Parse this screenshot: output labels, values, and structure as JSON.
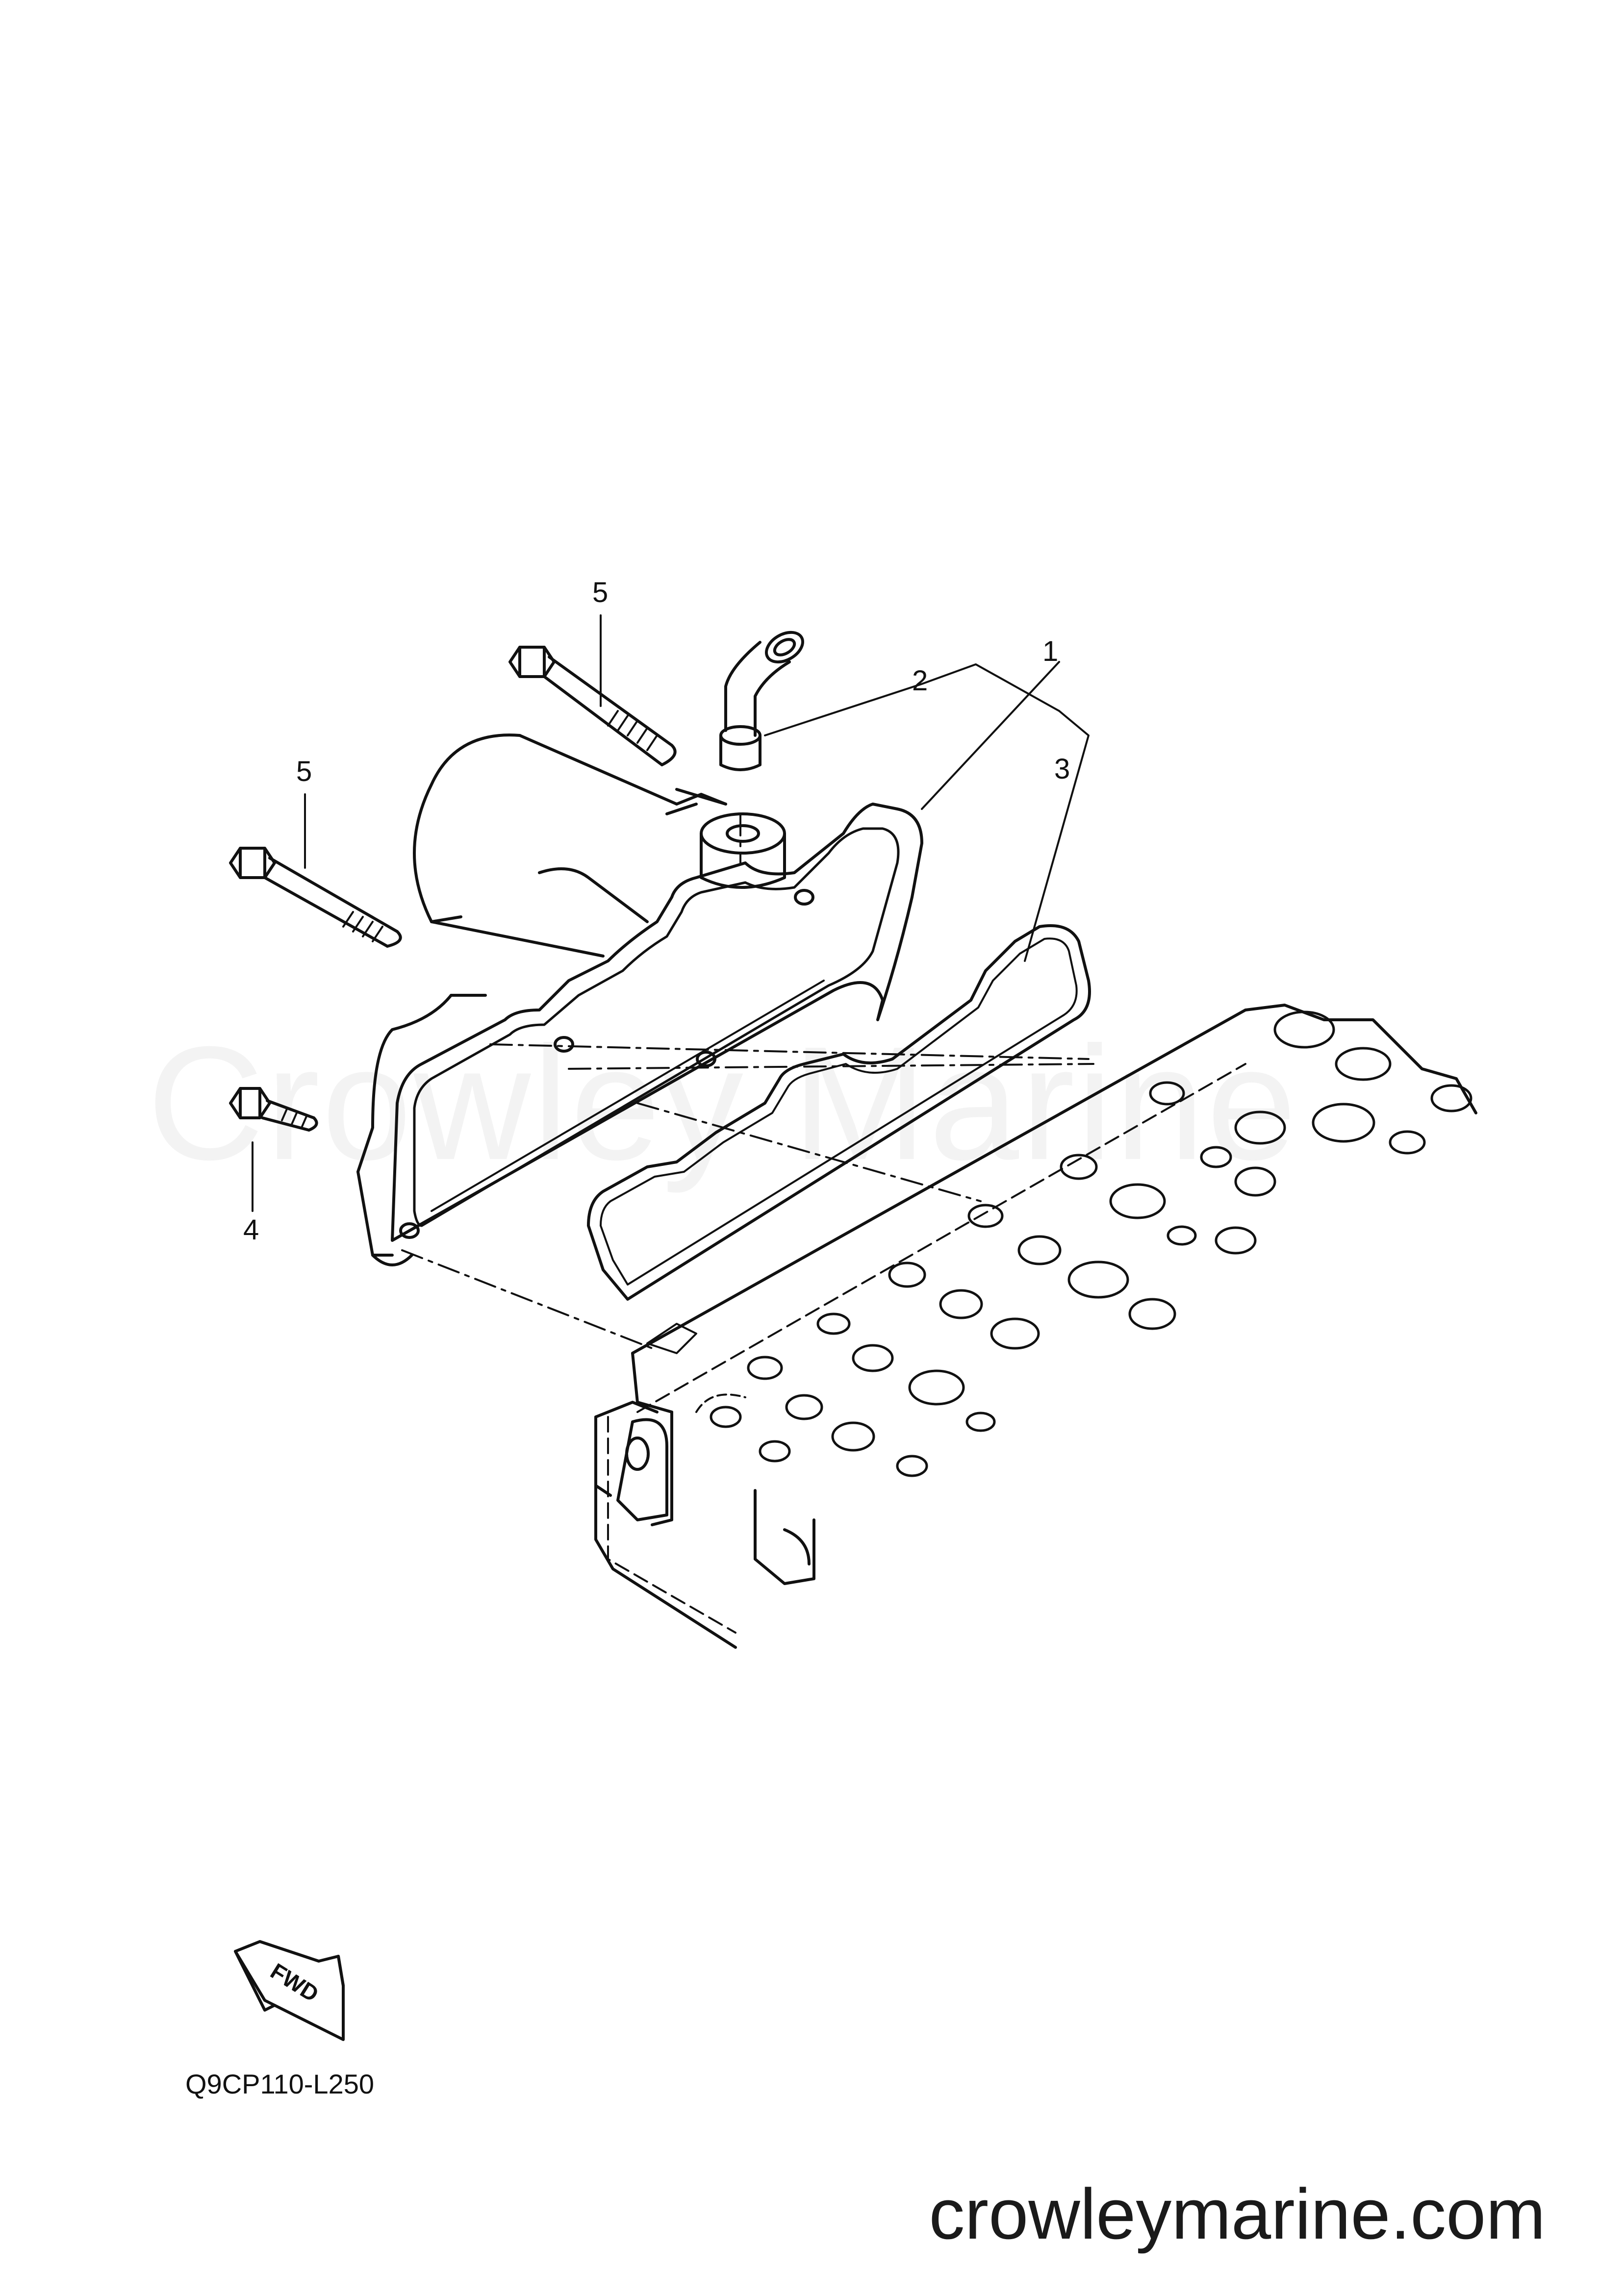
{
  "diagram": {
    "callouts": [
      {
        "id": "1",
        "text": "1"
      },
      {
        "id": "2",
        "text": "2"
      },
      {
        "id": "3",
        "text": "3"
      },
      {
        "id": "4",
        "text": "4"
      },
      {
        "id": "5a",
        "text": "5"
      },
      {
        "id": "5b",
        "text": "5"
      }
    ],
    "fwd_label": "FWD",
    "drawing_code": "Q9CP110-L250"
  },
  "watermark": "Crowley Marine",
  "site_url": "crowleymarine.com",
  "colors": {
    "line": "#111111",
    "background": "#ffffff",
    "watermark": "#000000"
  }
}
